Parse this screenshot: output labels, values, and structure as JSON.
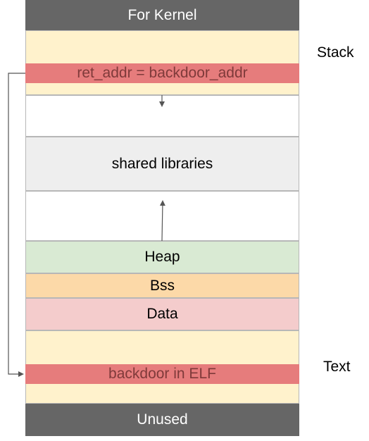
{
  "segments": {
    "kernel": "For Kernel",
    "ret_addr": "ret_addr = backdoor_addr",
    "shared_libraries": "shared libraries",
    "heap": "Heap",
    "bss": "Bss",
    "data": "Data",
    "backdoor": "backdoor in ELF",
    "unused": "Unused"
  },
  "side_labels": {
    "stack": "Stack",
    "text": "Text"
  },
  "colors": {
    "dark": "#666666",
    "stack_fill": "#fff2cc",
    "highlight": "#e67c7c",
    "highlight_text": "#7f3a3a",
    "shared_libraries_fill": "#eeeeee",
    "heap_fill": "#d9ead3",
    "bss_fill": "#fcd9a8",
    "data_fill": "#f4cccc",
    "text_fill": "#fff2cc"
  }
}
